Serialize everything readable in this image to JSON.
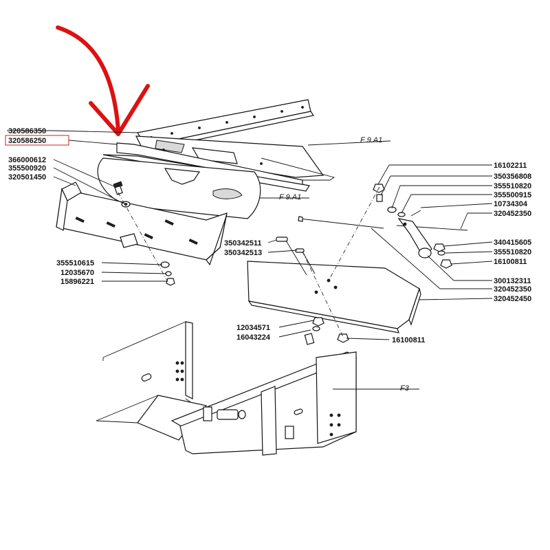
{
  "diagram": {
    "part_labels": {
      "p320586350": "320586350",
      "p320586250": "320586250",
      "p366000612": "366000612",
      "p355500920": "355500920",
      "p320501450": "320501450",
      "p355510615": "355510615",
      "p12035670": "12035670",
      "p15896221": "15896221",
      "p350342511": "350342511",
      "p350342513": "350342513",
      "p12034571": "12034571",
      "p16043224": "16043224",
      "p16100811_bottom": "16100811",
      "p16102211": "16102211",
      "p350356808": "350356808",
      "p355510820_a": "355510820",
      "p355500915": "355500915",
      "p10734304": "10734304",
      "p320452350_a": "320452350",
      "p340415605": "340415605",
      "p355510820_b": "355510820",
      "p16100811_right": "16100811",
      "p300132311": "300132311",
      "p320452350_b": "320452350",
      "p320452450": "320452450"
    },
    "figure_refs": {
      "f9a1_top": "F 9.A1",
      "f9a1_mid": "F 9.A1",
      "f3": "F3"
    },
    "highlighted_part": "320586250",
    "highlight_color": "#cc2222",
    "arrow_color": "#dd1111"
  }
}
